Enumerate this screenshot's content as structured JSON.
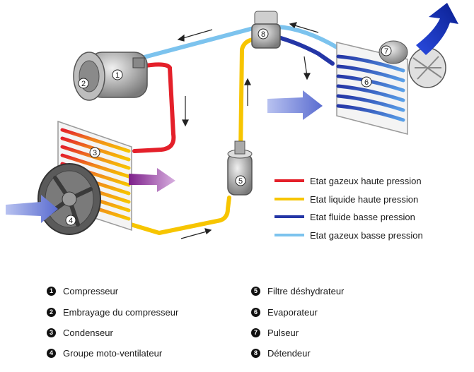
{
  "legend": [
    {
      "label": "Etat gazeux haute pression",
      "color": "#e4202a"
    },
    {
      "label": "Etat liquide haute pression",
      "color": "#f7c500"
    },
    {
      "label": "Etat fluide basse pression",
      "color": "#2436a6"
    },
    {
      "label": "Etat gazeux basse pression",
      "color": "#7cc3ee"
    }
  ],
  "components": [
    {
      "num": "1",
      "label": "Compresseur"
    },
    {
      "num": "2",
      "label": "Embrayage du compresseur"
    },
    {
      "num": "3",
      "label": "Condenseur"
    },
    {
      "num": "4",
      "label": "Groupe moto-ventilateur"
    },
    {
      "num": "5",
      "label": "Filtre déshydrateur"
    },
    {
      "num": "6",
      "label": "Evaporateur"
    },
    {
      "num": "7",
      "label": "Pulseur"
    },
    {
      "num": "8",
      "label": "Détendeur"
    }
  ],
  "diagram_numbers": [
    "1",
    "2",
    "3",
    "4",
    "5",
    "6",
    "7",
    "8"
  ],
  "colors": {
    "high_gas": "#e4202a",
    "high_liquid": "#f7c500",
    "low_fluid": "#2436a6",
    "low_gas": "#7cc3ee",
    "airflow_in": "#6f7fd0",
    "airflow_hot": "#9b2fa0",
    "airflow_out": "#1f3dc7"
  }
}
